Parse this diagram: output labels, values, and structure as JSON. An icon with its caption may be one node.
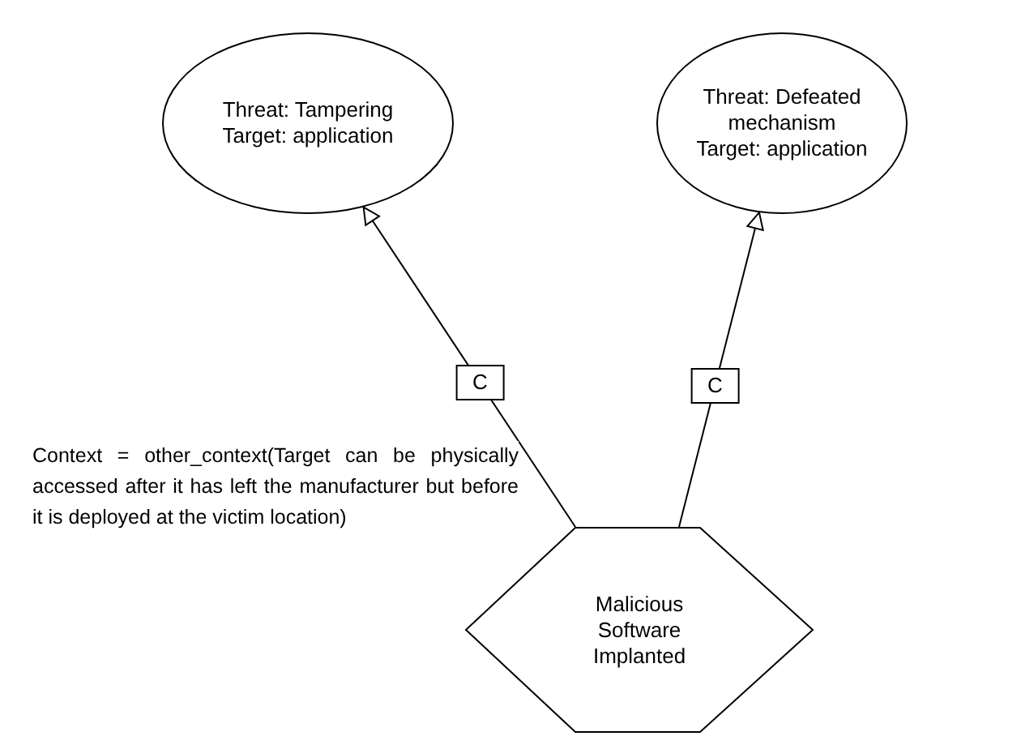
{
  "diagram": {
    "nodes": [
      {
        "text": [
          "Threat: Tampering",
          "Target: application"
        ]
      },
      {
        "text": [
          "Threat: Defeated mechanism",
          "Target: application"
        ]
      },
      {
        "text": [
          "Malicious Software Implanted"
        ]
      }
    ],
    "edges": [
      {
        "from": 2,
        "to": 0,
        "arrow": "to",
        "label": "C"
      },
      {
        "from": 2,
        "to": 1,
        "arrow": "to",
        "label": "C"
      }
    ],
    "labels": [
      "Context = other_context(Target can be physically accessed after it has left the manufacturer but before it is deployed at the victim location)"
    ]
  }
}
